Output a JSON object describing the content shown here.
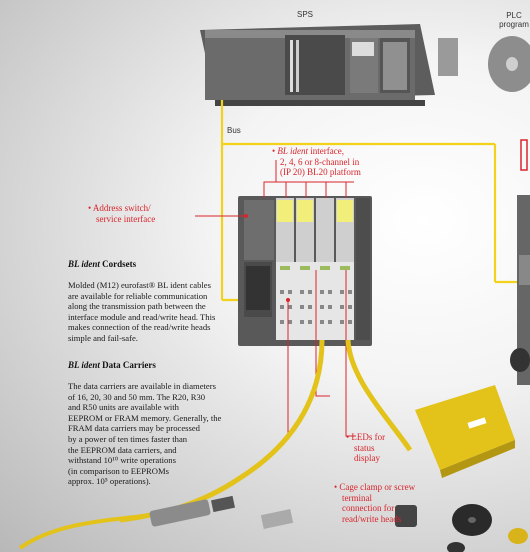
{
  "top": {
    "sps_label": "SPS",
    "plc_label_line1": "PLC",
    "plc_label_line2": "program",
    "bus_label": "Bus"
  },
  "callouts": {
    "interface": {
      "line1_pre": "• ",
      "line1_italic": "BL ident",
      "line1_post": " interface,",
      "line2": "2, 4, 6 or 8-channel in",
      "line3": "(IP 20) BL20 platform"
    },
    "address": {
      "line1": "• Address switch/",
      "line2": "service interface"
    },
    "leds": {
      "line1": "• LEDs for",
      "line2": "status",
      "line3": "display"
    },
    "cage": {
      "line1": "• Cage clamp or screw",
      "line2": "terminal",
      "line3": "connection for",
      "line4": "read/write heads"
    }
  },
  "cordsets": {
    "heading_italic": "BL ident",
    "heading_rest": " Cordsets",
    "lines": [
      "Molded (M12) eurofast® BL ident cables",
      "are available for reliable communication",
      "along the transmission path between the",
      "interface module and read/write head. This",
      "makes connection of the read/write heads",
      "simple and fail-safe."
    ]
  },
  "carriers": {
    "heading_italic": "BL ident",
    "heading_rest": " Data Carriers",
    "lines": [
      "The data carriers are available in diameters",
      "of 16, 20, 30 and 50 mm. The R20, R30",
      "and R50 units are available with",
      "EEPROM or FRAM memory. Generally, the",
      "FRAM data carriers may be processed",
      "by a power of ten times faster than",
      "the EEPROM data carriers, and",
      "withstand 10¹⁰ write operations",
      "(in comparison to EEPROMs",
      "approx. 10⁵ operations)."
    ]
  },
  "colors": {
    "accent_red": "#d9252c",
    "bus_yellow": "#f2d21b"
  },
  "icons": [
    "plc-device-icon",
    "disc-icon",
    "interface-module-icon",
    "cordset-cable-icon",
    "read-write-head-icon",
    "data-carrier-icon"
  ]
}
